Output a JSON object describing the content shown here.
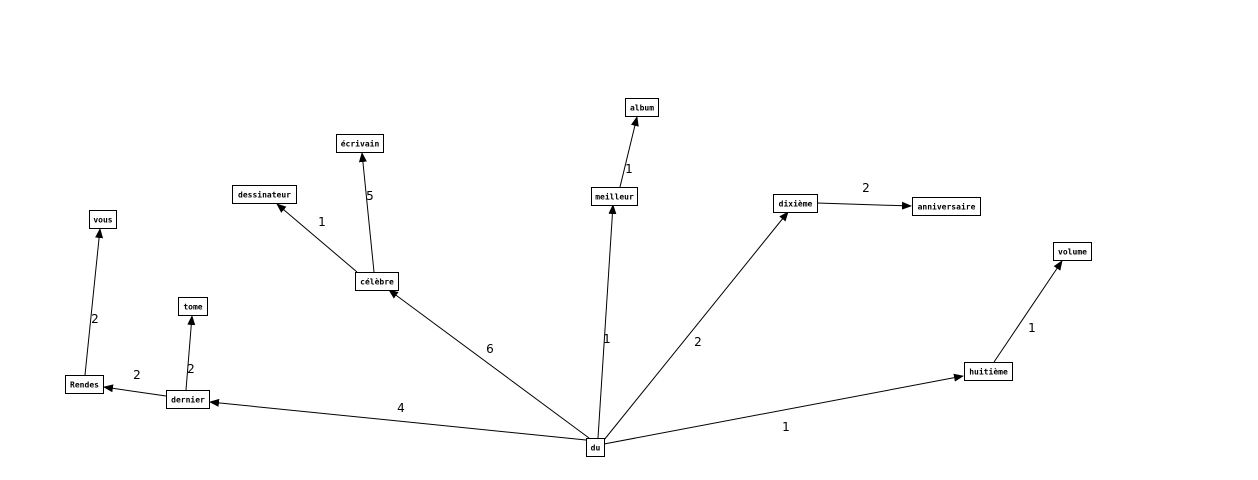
{
  "graph": {
    "nodes": [
      {
        "id": "du",
        "label": "du"
      },
      {
        "id": "dernier",
        "label": "dernier"
      },
      {
        "id": "rendes",
        "label": "Rendes"
      },
      {
        "id": "vous",
        "label": "vous"
      },
      {
        "id": "tome",
        "label": "tome"
      },
      {
        "id": "celebre",
        "label": "célèbre"
      },
      {
        "id": "dessinateur",
        "label": "dessinateur"
      },
      {
        "id": "ecrivain",
        "label": "écrivain"
      },
      {
        "id": "meilleur",
        "label": "meilleur"
      },
      {
        "id": "album",
        "label": "album"
      },
      {
        "id": "dixieme",
        "label": "dixième"
      },
      {
        "id": "anniversaire",
        "label": "anniversaire"
      },
      {
        "id": "huitieme",
        "label": "huitième"
      },
      {
        "id": "volume",
        "label": "volume"
      }
    ],
    "edges": [
      {
        "from": "du",
        "to": "dernier",
        "weight": "4"
      },
      {
        "from": "du",
        "to": "celebre",
        "weight": "6"
      },
      {
        "from": "du",
        "to": "meilleur",
        "weight": "1"
      },
      {
        "from": "du",
        "to": "dixieme",
        "weight": "2"
      },
      {
        "from": "du",
        "to": "huitieme",
        "weight": "1"
      },
      {
        "from": "dernier",
        "to": "rendes",
        "weight": "2"
      },
      {
        "from": "dernier",
        "to": "tome",
        "weight": "2"
      },
      {
        "from": "rendes",
        "to": "vous",
        "weight": "2"
      },
      {
        "from": "celebre",
        "to": "dessinateur",
        "weight": "1"
      },
      {
        "from": "celebre",
        "to": "ecrivain",
        "weight": "5"
      },
      {
        "from": "meilleur",
        "to": "album",
        "weight": "1"
      },
      {
        "from": "dixieme",
        "to": "anniversaire",
        "weight": "2"
      },
      {
        "from": "huitieme",
        "to": "volume",
        "weight": "1"
      }
    ]
  }
}
